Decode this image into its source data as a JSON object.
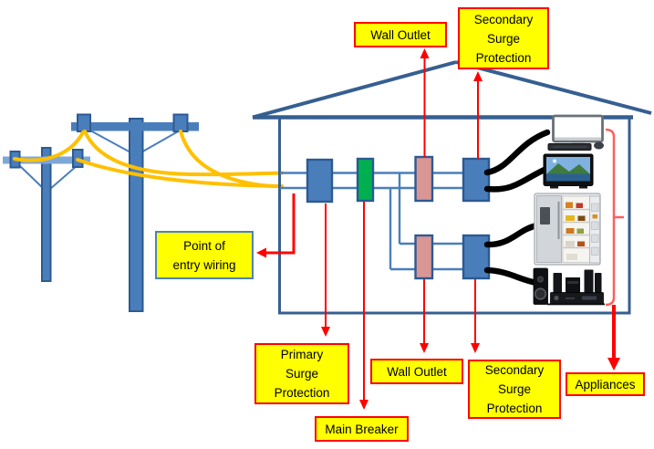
{
  "diagram": {
    "title_none_visible": "",
    "labels": {
      "wall_outlet_top": "Wall Outlet",
      "secondary_surge_top": "Secondary\nSurge\nProtection",
      "point_of_entry": "Point of\nentry wiring",
      "primary_surge": "Primary\nSurge\nProtection",
      "main_breaker": "Main Breaker",
      "wall_outlet_bottom": "Wall Outlet",
      "secondary_surge_bottom": "Secondary\nSurge\nProtection",
      "appliances": "Appliances"
    },
    "colors": {
      "label_fill": "#FFFF00",
      "label_border": "#FF0000",
      "point_of_entry_border": "#4F81BD",
      "annotation_arrow": "#FF0000",
      "appliance_bracket": "#FF5E5E",
      "power_wire": "#FFC000",
      "circuit_line": "#4A7EBB",
      "house_outline": "#365F91",
      "device_box_blue": "#4A7EBB",
      "main_breaker_box": "#00B050",
      "wall_outlet_box": "#D99694",
      "appliance_cable": "#000000"
    },
    "appliance_images": [
      "desktop computer",
      "flat-screen TV",
      "refrigerator",
      "home theater system"
    ]
  }
}
